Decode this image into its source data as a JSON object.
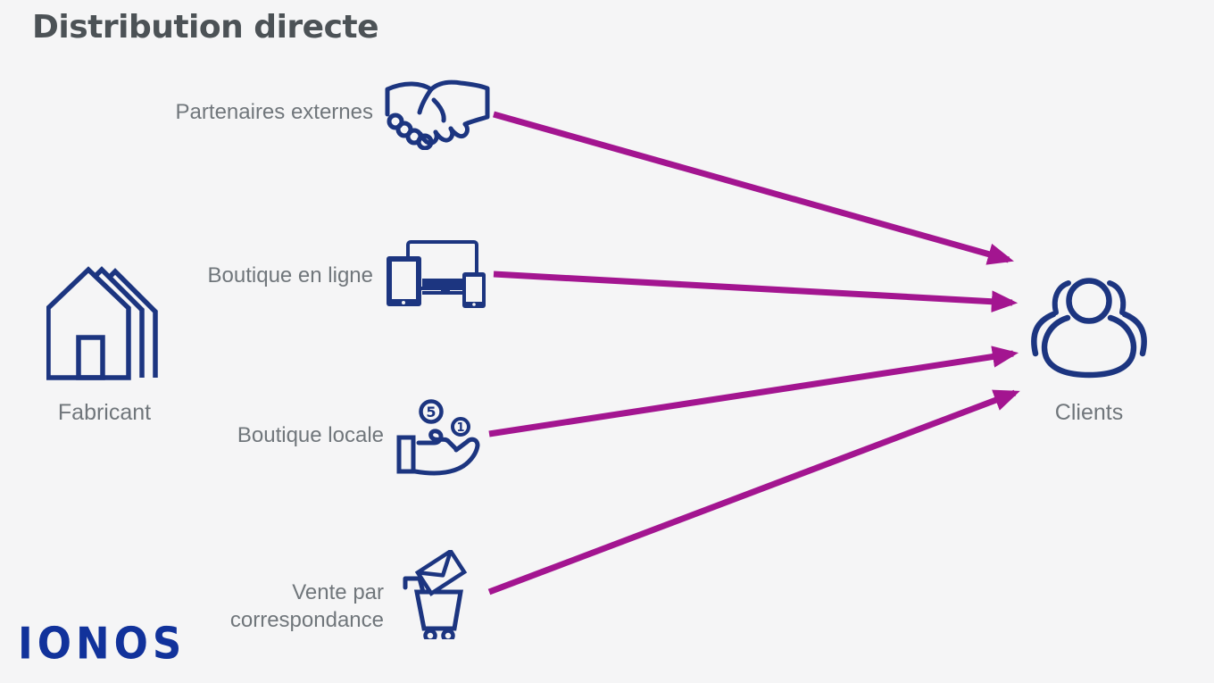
{
  "title": "Distribution directe",
  "source": {
    "label": "Fabricant",
    "icon": "house-icon"
  },
  "channels": [
    {
      "label": "Partenaires externes",
      "icon": "handshake-icon"
    },
    {
      "label": "Boutique en ligne",
      "icon": "devices-icon"
    },
    {
      "label": "Boutique locale",
      "icon": "coins-hand-icon"
    },
    {
      "label": "Vente par correspondance",
      "icon": "mail-order-cart-icon"
    }
  ],
  "target": {
    "label": "Clients",
    "icon": "people-group-icon"
  },
  "coins": {
    "large": "5",
    "small": "1"
  },
  "connections": [
    {
      "from": "Partenaires externes",
      "to": "Clients"
    },
    {
      "from": "Boutique en ligne",
      "to": "Clients"
    },
    {
      "from": "Boutique locale",
      "to": "Clients"
    },
    {
      "from": "Vente par correspondance",
      "to": "Clients"
    }
  ],
  "logo": {
    "text": "IONOS"
  },
  "colors": {
    "background": "#f5f5f6",
    "icon_navy": "#1c3580",
    "arrow_magenta": "#a31590",
    "title_gray": "#4c5256",
    "label_gray": "#70767b",
    "logo_blue": "#11329b"
  }
}
